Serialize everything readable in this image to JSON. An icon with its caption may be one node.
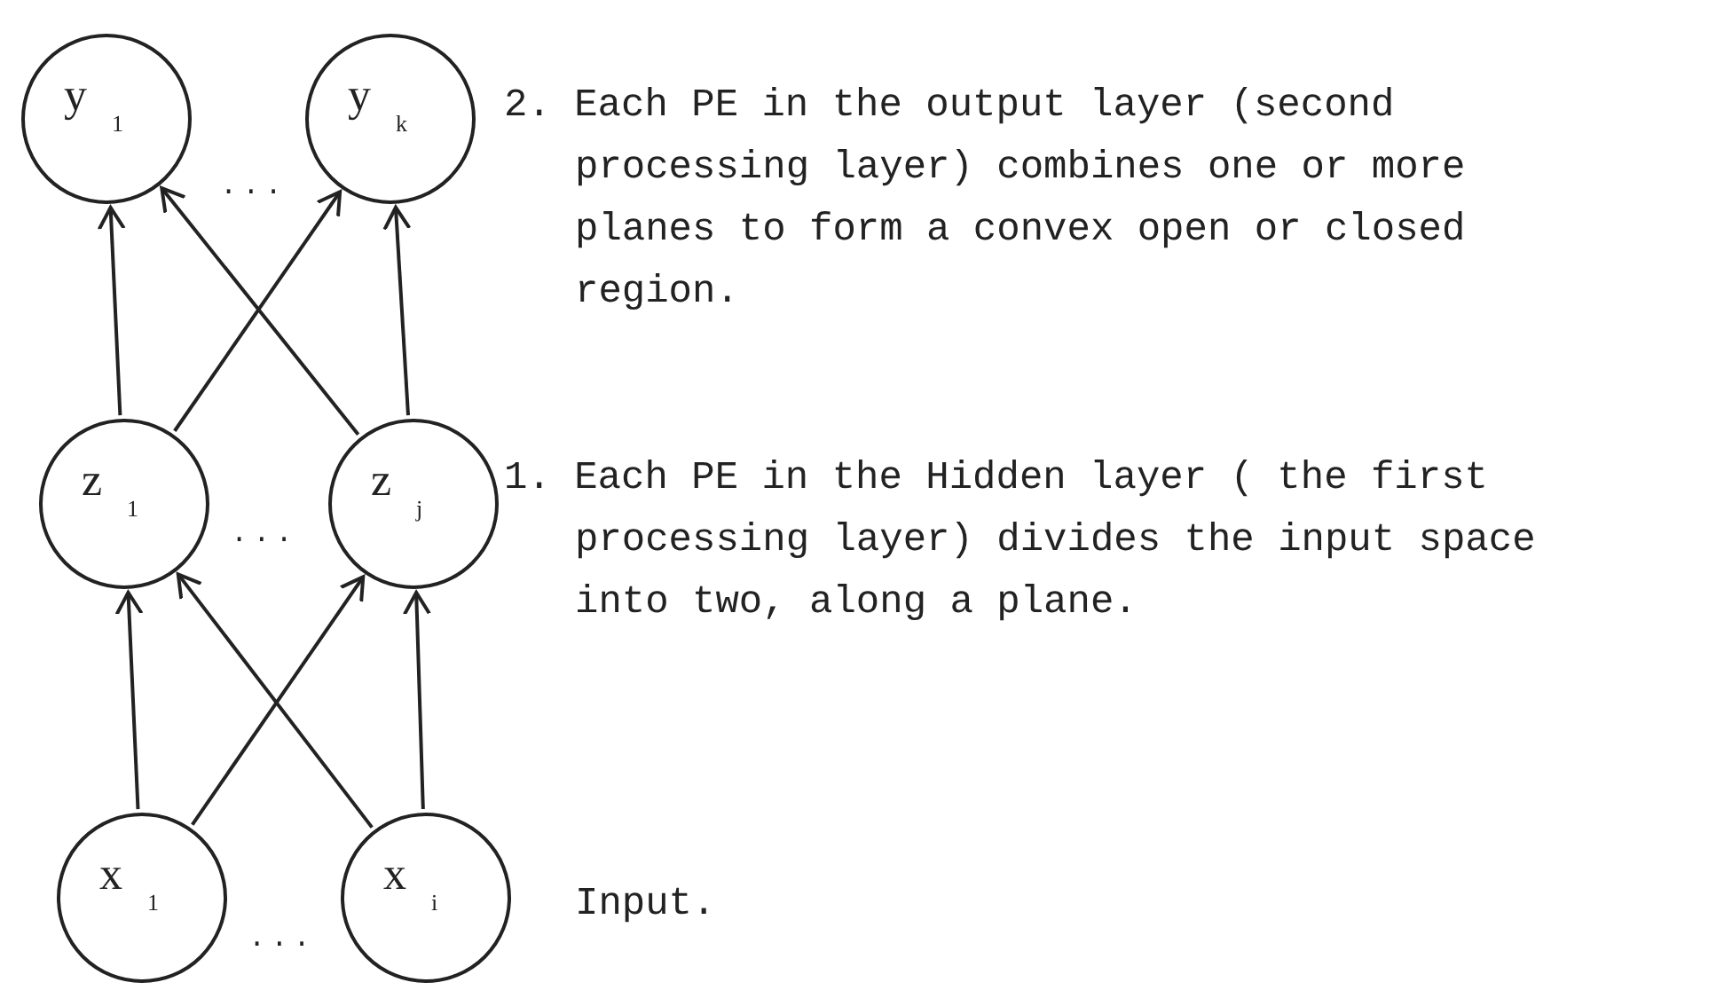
{
  "diagram": {
    "nodes": [
      {
        "text": [
          "y$_{1}$"
        ]
      },
      {
        "text": [
          "y$_{k}$"
        ]
      },
      {
        "text": [
          "z$_{1}$"
        ]
      },
      {
        "text": [
          "z$_{j}$"
        ]
      },
      {
        "text": [
          "x$_{1}$"
        ]
      },
      {
        "text": [
          "x$_{i}$"
        ]
      }
    ],
    "edges": [
      {
        "from": 2,
        "to": 0,
        "arrow": "to"
      },
      {
        "from": 2,
        "to": 1,
        "arrow": "to"
      },
      {
        "from": 3,
        "to": 0,
        "arrow": "to"
      },
      {
        "from": 3,
        "to": 1,
        "arrow": "to"
      },
      {
        "from": 4,
        "to": 2,
        "arrow": "to"
      },
      {
        "from": 4,
        "to": 3,
        "arrow": "to"
      },
      {
        "from": 5,
        "to": 2,
        "arrow": "to"
      },
      {
        "from": 5,
        "to": 3,
        "arrow": "to"
      }
    ],
    "labels": [
      "...",
      "2. Each PE in the output layer (second processing layer) combines one or more planes to form a convex open or closed region.",
      "...",
      "1. Each PE in the Hidden layer ( the first processing layer) divides the input space into two, along a plane.",
      "...",
      "Input."
    ]
  }
}
